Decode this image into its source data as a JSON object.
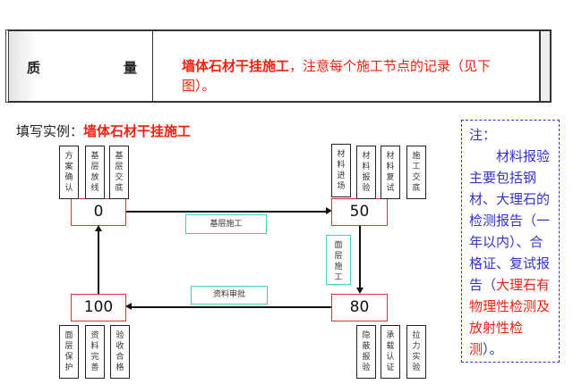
{
  "table": {
    "label_left": "质",
    "label_right": "量",
    "content_bold": "墙体石材干挂施工",
    "content_rest": "，注意每个施工节点的记录（见下图）。"
  },
  "example": {
    "label": "填写实例：",
    "title": "墙体石材干挂施工"
  },
  "nodes": {
    "n0": "0",
    "n50": "50",
    "n80": "80",
    "n100": "100"
  },
  "top_left_items": [
    "方案确认",
    "基层放线",
    "基层交底"
  ],
  "top_right_items": [
    "材料进场",
    "材料报验",
    "材料复试",
    "施工交底"
  ],
  "bottom_left_items": [
    "面层保护",
    "资料完善",
    "验收合格"
  ],
  "bottom_right_items": [
    "隐蔽报验",
    "承载认证",
    "拉力实验"
  ],
  "edges": {
    "e1": "基层施工",
    "e2": "面层施工",
    "e3": "资料审批"
  },
  "note": {
    "title": "注：",
    "text_blue": "材料报验主要包括钢材、大理石的检测报告（一年以内）、合格证、复试报告（",
    "text_red": "大理石有物理性检测及放射性检测",
    "text_end": "）。"
  }
}
